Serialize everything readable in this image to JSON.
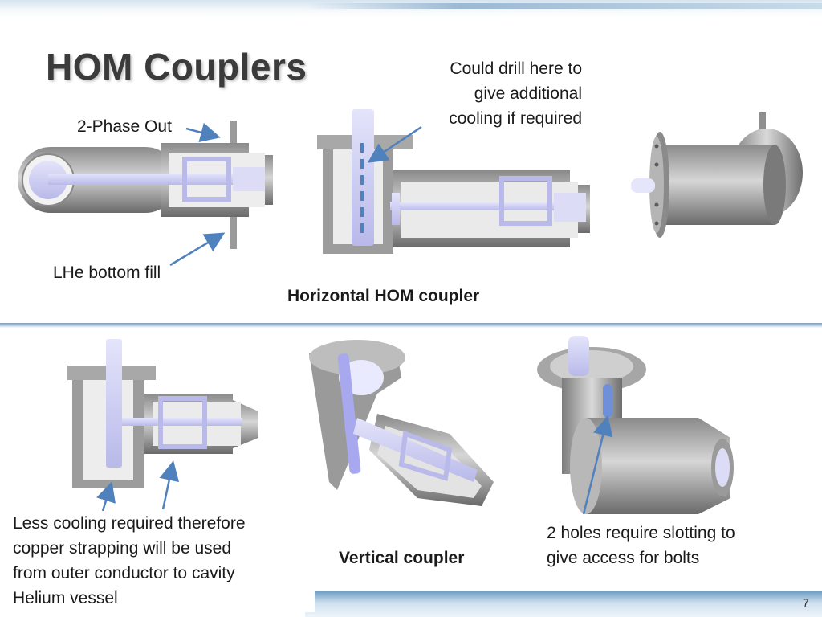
{
  "slide": {
    "title": "HOM Couplers",
    "page_number": "7"
  },
  "annotations": {
    "two_phase_out": "2-Phase Out",
    "lhe_bottom_fill": "LHe bottom fill",
    "drill_note": [
      "Could drill here to",
      "give additional",
      "cooling if required"
    ],
    "horizontal_caption": "Horizontal HOM coupler",
    "less_cooling_note": [
      "Less cooling required therefore",
      "copper strapping will be used",
      "from outer conductor to cavity",
      "Helium vessel"
    ],
    "vertical_caption": "Vertical coupler",
    "holes_note": [
      "2 holes require slotting to",
      "give access for bolts"
    ]
  },
  "colors": {
    "arrow": "#4f81bd",
    "metal_dark": "#6e6e6e",
    "metal_mid": "#9a9a9a",
    "metal_light": "#cfcfcf",
    "lavender": "#c9c9f2",
    "slot_blue": "#6f8fd8",
    "title_text": "#3b3b3b"
  }
}
